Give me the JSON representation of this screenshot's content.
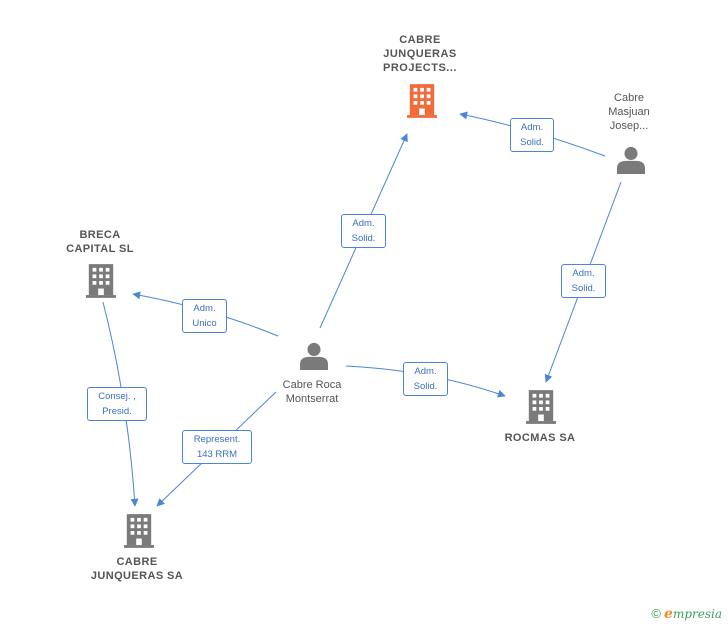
{
  "colors": {
    "edge": "#4a86d8",
    "company": "#7a7a7a",
    "focus_company": "#f26b3a",
    "person": "#7a7a7a"
  },
  "nodes": {
    "cabre_junqueras_projects": {
      "label": "CABRE\nJUNQUERAS\nPROJECTS...",
      "kind": "company",
      "icon": "building-icon"
    },
    "cabre_masjuan": {
      "label": "Cabre\nMasjuan\nJosep...",
      "kind": "person",
      "icon": "person-icon"
    },
    "breca_capital": {
      "label": "BRECA\nCAPITAL  SL",
      "kind": "company",
      "icon": "building-icon"
    },
    "cabre_roca": {
      "label": "Cabre Roca\nMontserrat",
      "kind": "person",
      "icon": "person-icon"
    },
    "rocmas": {
      "label": "ROCMAS SA",
      "kind": "company",
      "icon": "building-icon"
    },
    "cabre_junqueras_sa": {
      "label": "CABRE\nJUNQUERAS SA",
      "kind": "company",
      "icon": "building-icon"
    }
  },
  "edges": {
    "roca_to_projects": {
      "label": "Adm.\nSolid."
    },
    "masjuan_to_projects": {
      "label": "Adm.\nSolid."
    },
    "masjuan_to_rocmas": {
      "label": "Adm.\nSolid."
    },
    "roca_to_breca": {
      "label": "Adm.\nUnico"
    },
    "roca_to_rocmas": {
      "label": "Adm.\nSolid."
    },
    "breca_to_junqueras": {
      "label": "Consej. ,\nPresid."
    },
    "roca_to_junqueras": {
      "label": "Represent.\n143 RRM"
    }
  },
  "brand": {
    "copyright": "©",
    "e": "e",
    "rest": "mpresia"
  }
}
